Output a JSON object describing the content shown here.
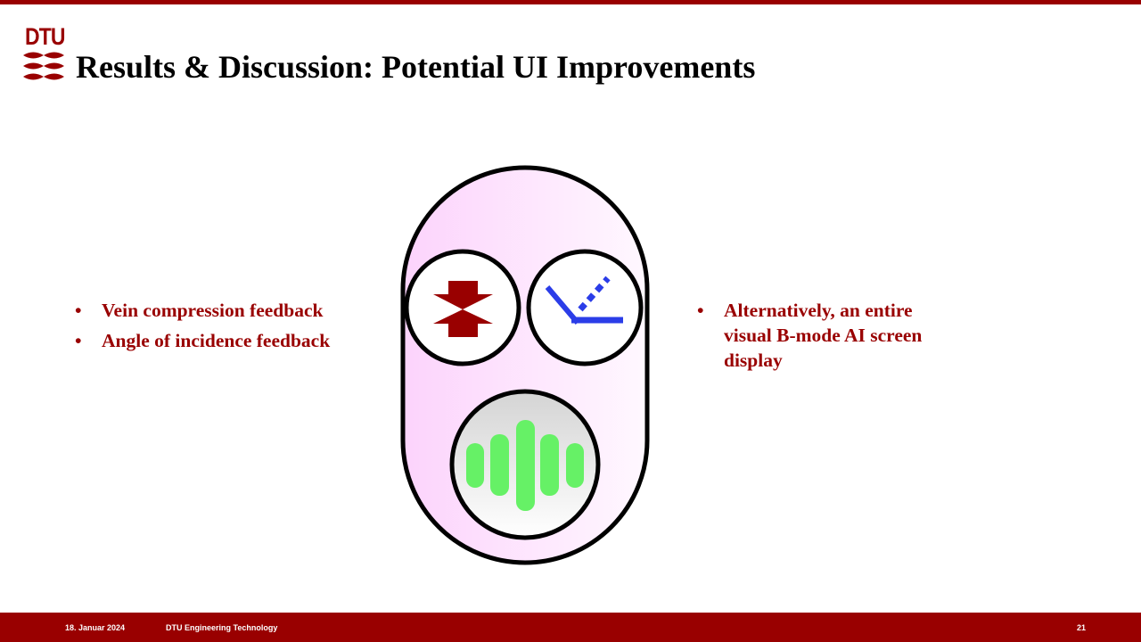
{
  "header": {
    "logo_text": "DTU",
    "title": "Results & Discussion: Potential UI Improvements"
  },
  "left_bullets": [
    "Vein compression feedback",
    "Angle of incidence feedback"
  ],
  "right_bullets": [
    "Alternatively, an entire visual B-mode AI screen display"
  ],
  "footer": {
    "date": "18. Januar 2024",
    "department": "DTU Engineering Technology",
    "page": "21"
  },
  "colors": {
    "brand": "#990000",
    "blue": "#2b3de8",
    "green": "#66f166"
  }
}
